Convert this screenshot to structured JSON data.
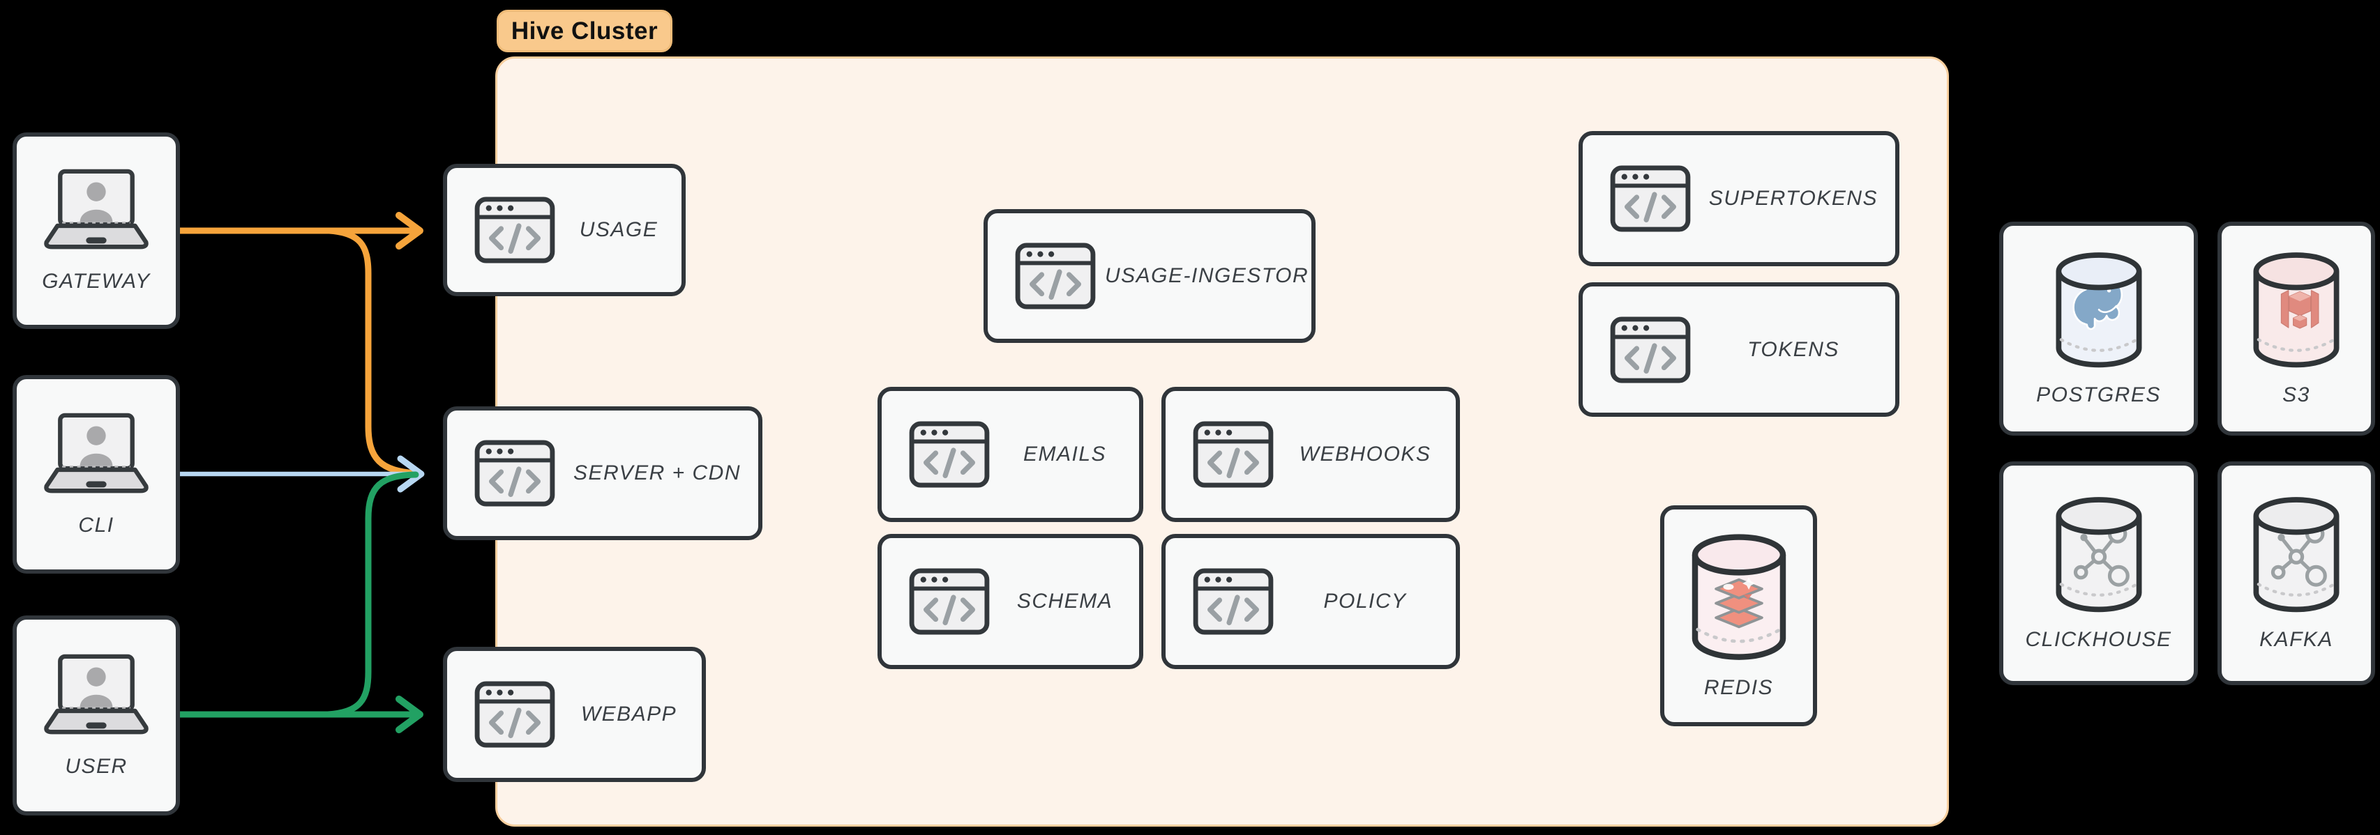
{
  "cluster": {
    "label": "Hive Cluster",
    "services": [
      {
        "id": "usage",
        "label": "USAGE",
        "icon": "code-window-icon"
      },
      {
        "id": "server-cdn",
        "label": "SERVER + CDN",
        "icon": "code-window-icon"
      },
      {
        "id": "webapp",
        "label": "WEBAPP",
        "icon": "code-window-icon"
      },
      {
        "id": "usage-ingestor",
        "label": "USAGE-INGESTOR",
        "icon": "code-window-icon"
      },
      {
        "id": "emails",
        "label": "EMAILS",
        "icon": "code-window-icon"
      },
      {
        "id": "webhooks",
        "label": "WEBHOOKS",
        "icon": "code-window-icon"
      },
      {
        "id": "schema",
        "label": "SCHEMA",
        "icon": "code-window-icon"
      },
      {
        "id": "policy",
        "label": "POLICY",
        "icon": "code-window-icon"
      },
      {
        "id": "supertokens",
        "label": "SUPERTOKENS",
        "icon": "code-window-icon"
      },
      {
        "id": "tokens",
        "label": "TOKENS",
        "icon": "code-window-icon"
      },
      {
        "id": "redis",
        "label": "REDIS",
        "icon": "redis-database-icon"
      }
    ]
  },
  "external_left": [
    {
      "id": "gateway",
      "label": "GATEWAY",
      "icon": "laptop-user-icon"
    },
    {
      "id": "cli",
      "label": "CLI",
      "icon": "laptop-user-icon"
    },
    {
      "id": "user",
      "label": "USER",
      "icon": "laptop-user-icon"
    }
  ],
  "external_right": [
    {
      "id": "postgres",
      "label": "POSTGRES",
      "icon": "postgres-database-icon"
    },
    {
      "id": "s3",
      "label": "S3",
      "icon": "s3-database-icon"
    },
    {
      "id": "clickhouse",
      "label": "CLICKHOUSE",
      "icon": "molecule-database-icon"
    },
    {
      "id": "kafka",
      "label": "KAFKA",
      "icon": "molecule-database-icon"
    }
  ],
  "edges": [
    {
      "from": "GATEWAY",
      "to": "USAGE",
      "color": "orange"
    },
    {
      "from": "GATEWAY",
      "to": "SERVER + CDN",
      "color": "orange"
    },
    {
      "from": "CLI",
      "to": "SERVER + CDN",
      "color": "blue"
    },
    {
      "from": "USER",
      "to": "WEBAPP",
      "color": "green"
    },
    {
      "from": "USER",
      "to": "SERVER + CDN",
      "color": "green"
    }
  ],
  "colors": {
    "canvas_bg": "#000000",
    "cluster_fill": "#fdf3ea",
    "cluster_border": "#f8cf9e",
    "pill_fill": "#f9c98c",
    "box_fill": "#f8f9f9",
    "box_border": "#30353a",
    "label_text": "#3b4045",
    "arrow_orange": "#f6a43b",
    "arrow_blue": "#b7d7f2",
    "arrow_green": "#22a163",
    "icon_gray": "#9aa0a4"
  }
}
